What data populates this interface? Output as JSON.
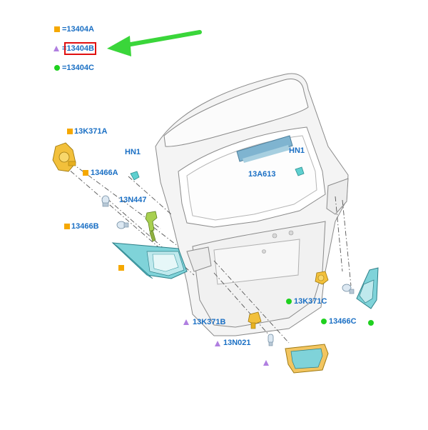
{
  "legend": [
    {
      "shape": "square",
      "color": "#f5a800",
      "text": "=13404A"
    },
    {
      "shape": "triangle",
      "color": "#b07fe0",
      "text": "=13404B",
      "highlighted": true
    },
    {
      "shape": "circle",
      "color": "#1fd11f",
      "text": "=13404C"
    }
  ],
  "labels": {
    "l13k371a": "13K371A",
    "l13466a": "13466A",
    "l13n447": "13N447",
    "l13466b": "13466B",
    "lhn1_left": "HN1",
    "lhn1_right": "HN1",
    "l13a613": "13A613",
    "l13k371c": "13K371C",
    "l13466c": "13466C",
    "l13k371b": "13K371B",
    "l13n021": "13N021"
  },
  "colors": {
    "label_blue": "#1a6fc4",
    "arrow_green": "#3ad63a",
    "highlight_red": "#e01010",
    "lamp_teal": "#7fd3d9"
  },
  "icons": [
    "pointer-arrow-icon"
  ]
}
